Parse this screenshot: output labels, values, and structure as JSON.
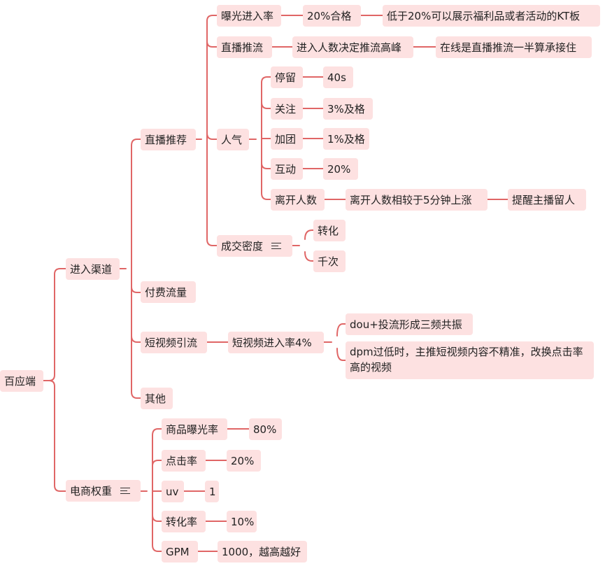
{
  "root": {
    "label": "百应端"
  },
  "entry": {
    "label": "进入渠道",
    "live_recommend": {
      "label": "直播推荐",
      "exposure": {
        "label": "曝光进入率",
        "value": "20%合格",
        "note": "低于20%可以展示福利品或者活动的KT板"
      },
      "live_push": {
        "label": "直播推流",
        "value": "进入人数决定推流高峰",
        "note": "在线是直播推流一半算承接住"
      },
      "popularity": {
        "label": "人气",
        "items": [
          {
            "label": "停留",
            "value": "40s"
          },
          {
            "label": "关注",
            "value": "3%及格"
          },
          {
            "label": "加团",
            "value": "1%及格"
          },
          {
            "label": "互动",
            "value": "20%"
          },
          {
            "label": "离开人数",
            "value": "离开人数相较于5分钟上涨",
            "note": "提醒主播留人"
          }
        ]
      },
      "deal_density": {
        "label": "成交密度",
        "icon": "menu-icon",
        "children": [
          "转化",
          "千次"
        ]
      }
    },
    "paid": {
      "label": "付费流量"
    },
    "short_video": {
      "label": "短视频引流",
      "rate": "短视频进入率4%",
      "tips": [
        "dou+投流形成三频共振",
        "dpm过低时，主推短视频内容不精准，改换点击率高的视频"
      ]
    },
    "other": {
      "label": "其他"
    }
  },
  "ecommerce": {
    "label": "电商权重",
    "icon": "menu-icon",
    "items": [
      {
        "label": "商品曝光率",
        "value": "80%"
      },
      {
        "label": "点击率",
        "value": "20%"
      },
      {
        "label": "uv",
        "value": "1"
      },
      {
        "label": "转化率",
        "value": "10%"
      },
      {
        "label": "GPM",
        "value": "1000，越高越好"
      }
    ]
  },
  "colors": {
    "node_fill": "#fde1e1",
    "edge": "#e06666",
    "text": "#222222"
  }
}
